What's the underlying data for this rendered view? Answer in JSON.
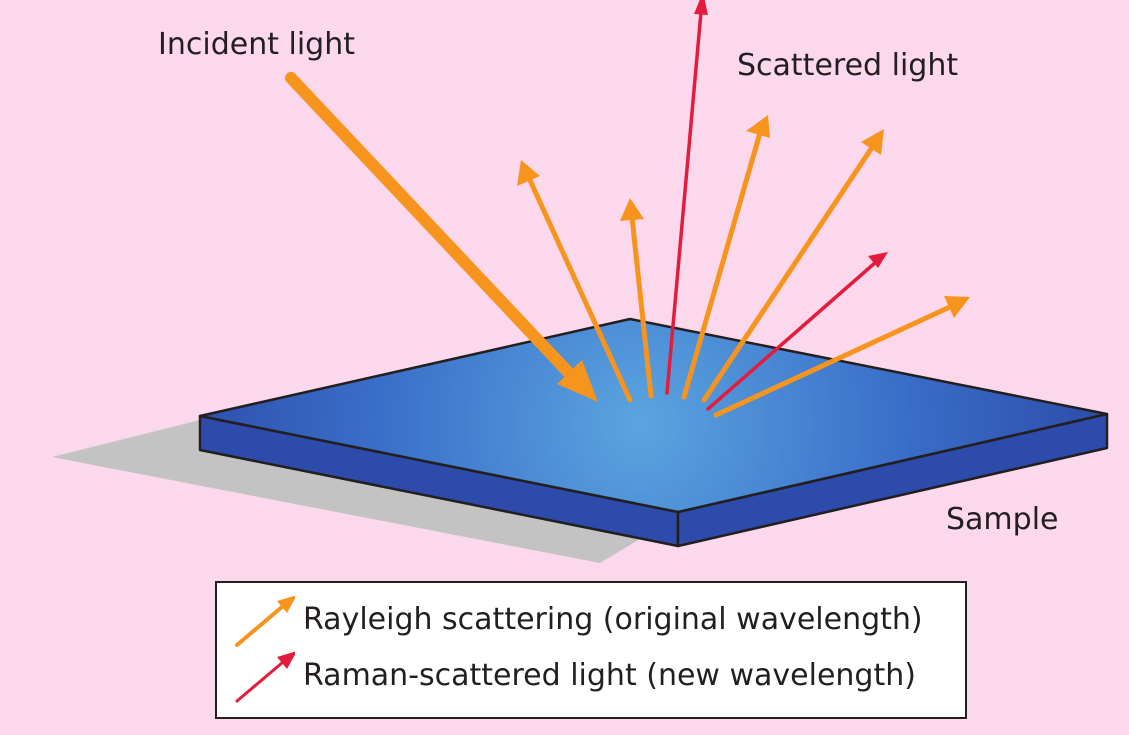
{
  "labels": {
    "incident": "Incident light",
    "scattered": "Scattered light",
    "sample": "Sample"
  },
  "legend": {
    "rayleigh": "Rayleigh scattering (original wavelength)",
    "raman": "Raman-scattered light (new wavelength)"
  },
  "colors": {
    "background": "#fbd8ec",
    "rayleigh": "#f7941d",
    "raman": "#e31c3d",
    "sample_center": "#5aa5e0",
    "sample_edge": "#2b4aa8",
    "shadow": "#c3c3c3"
  }
}
